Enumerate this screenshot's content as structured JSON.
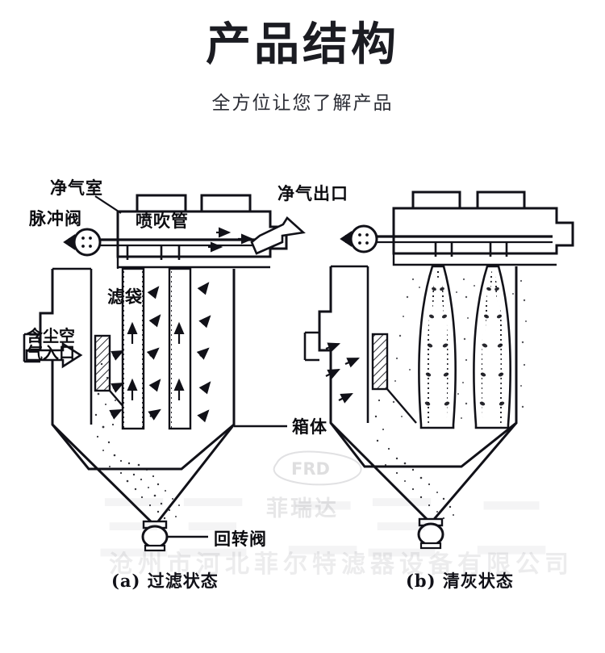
{
  "header": {
    "title": "产品结构",
    "subtitle": "全方位让您了解产品"
  },
  "diagram": {
    "alt": "脉冲袋式除尘器结构示意图",
    "labels": {
      "clean_air_chamber": "净气室",
      "pulse_valve": "脉冲阀",
      "blow_pipe": "喷吹管",
      "clean_air_outlet": "净气出口",
      "filter_bag": "滤袋",
      "dusty_air_inlet_line1": "含尘空",
      "dusty_air_inlet_line2": "气入口",
      "housing": "箱体",
      "rotary_valve": "回转阀"
    },
    "captions": {
      "left": "(a) 过滤状态",
      "right": "(b) 清灰状态"
    }
  },
  "watermark": {
    "brand_mark": "FRD",
    "brand_name": "菲瑞达",
    "faint_big": "三三 二三 二",
    "faint_line": "沧州市河北菲尔特滤器设备有限公司"
  },
  "colors": {
    "background": "#ffffff",
    "title_text": "#1b1c22",
    "subtitle_text": "#2b2d35",
    "line_ink": "#111118",
    "watermark": "#46464f"
  }
}
